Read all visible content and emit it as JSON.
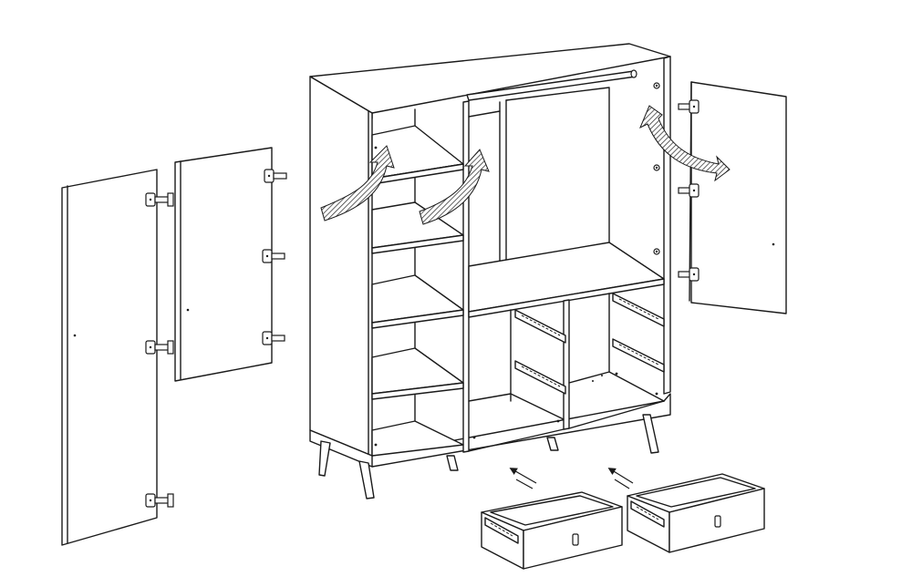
{
  "diagram": {
    "colors": {
      "line": "#1a1a1a",
      "background": "#ffffff",
      "arrow_hatch": "#3a3a3a"
    },
    "parts": [
      "wardrobe-body",
      "left-tall-door",
      "left-short-door",
      "right-door",
      "drawer-left",
      "drawer-right",
      "legs"
    ],
    "icons": [
      "hinge-icon",
      "drawer-slide-icon",
      "install-arrow-icon",
      "insert-arrow-icon",
      "handle-icon"
    ]
  }
}
